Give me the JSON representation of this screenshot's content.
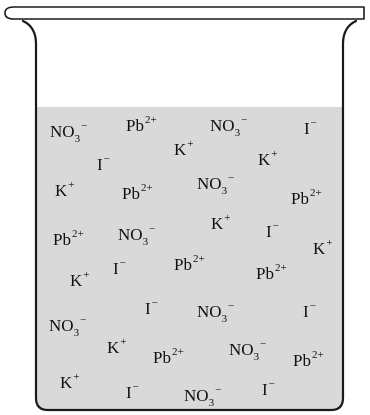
{
  "colors": {
    "solution": "#d9d9d9",
    "outline": "#1a1a1a",
    "text": "#111111"
  },
  "ions": [
    {
      "symbol": "NO",
      "sub": "3",
      "charge": "−"
    },
    {
      "symbol": "Pb",
      "sub": "",
      "charge": "2+"
    },
    {
      "symbol": "NO",
      "sub": "3",
      "charge": "−"
    },
    {
      "symbol": "I",
      "sub": "",
      "charge": "−"
    },
    {
      "symbol": "K",
      "sub": "",
      "charge": "+"
    },
    {
      "symbol": "I",
      "sub": "",
      "charge": "−"
    },
    {
      "symbol": "K",
      "sub": "",
      "charge": "+"
    },
    {
      "symbol": "K",
      "sub": "",
      "charge": "+"
    },
    {
      "symbol": "Pb",
      "sub": "",
      "charge": "2+"
    },
    {
      "symbol": "NO",
      "sub": "3",
      "charge": "−"
    },
    {
      "symbol": "Pb",
      "sub": "",
      "charge": "2+"
    },
    {
      "symbol": "Pb",
      "sub": "",
      "charge": "2+"
    },
    {
      "symbol": "NO",
      "sub": "3",
      "charge": "−"
    },
    {
      "symbol": "K",
      "sub": "",
      "charge": "+"
    },
    {
      "symbol": "I",
      "sub": "",
      "charge": "−"
    },
    {
      "symbol": "K",
      "sub": "",
      "charge": "+"
    },
    {
      "symbol": "K",
      "sub": "",
      "charge": "+"
    },
    {
      "symbol": "I",
      "sub": "",
      "charge": "−"
    },
    {
      "symbol": "Pb",
      "sub": "",
      "charge": "2+"
    },
    {
      "symbol": "Pb",
      "sub": "",
      "charge": "2+"
    },
    {
      "symbol": "NO",
      "sub": "3",
      "charge": "−"
    },
    {
      "symbol": "I",
      "sub": "",
      "charge": "−"
    },
    {
      "symbol": "NO",
      "sub": "3",
      "charge": "−"
    },
    {
      "symbol": "I",
      "sub": "",
      "charge": "−"
    },
    {
      "symbol": "K",
      "sub": "",
      "charge": "+"
    },
    {
      "symbol": "Pb",
      "sub": "",
      "charge": "2+"
    },
    {
      "symbol": "NO",
      "sub": "3",
      "charge": "−"
    },
    {
      "symbol": "Pb",
      "sub": "",
      "charge": "2+"
    },
    {
      "symbol": "K",
      "sub": "",
      "charge": "+"
    },
    {
      "symbol": "I",
      "sub": "",
      "charge": "−"
    },
    {
      "symbol": "NO",
      "sub": "3",
      "charge": "−"
    },
    {
      "symbol": "I",
      "sub": "",
      "charge": "−"
    }
  ]
}
